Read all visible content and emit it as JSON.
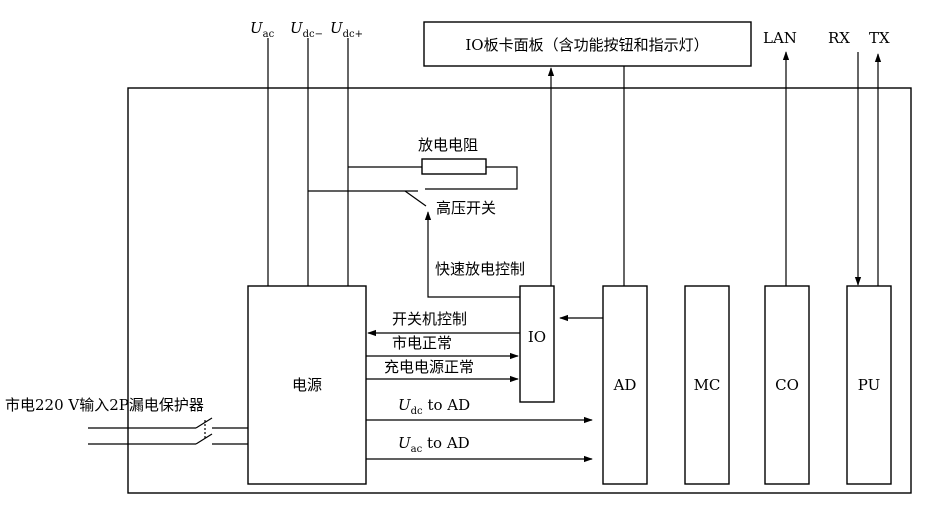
{
  "labels": {
    "u_ac": "U",
    "u_ac_sub": "ac",
    "u_dcm": "U",
    "u_dcm_sub": "dc−",
    "u_dcp": "U",
    "u_dcp_sub": "dc+",
    "panel": "IO板卡面板（含功能按钮和指示灯）",
    "lan": "LAN",
    "rx": "RX",
    "tx": "TX",
    "discharge_resistor": "放电电阻",
    "hv_switch": "高压开关",
    "fast_discharge": "快速放电控制",
    "power_on_off": "开关机控制",
    "mains_normal": "市电正常",
    "charge_normal": "充电电源正常",
    "udc_to_ad": "U",
    "udc_to_ad_sub": "dc",
    "udc_to_ad_suffix": " to AD",
    "uac_to_ad": "U",
    "uac_to_ad_sub": "ac",
    "uac_to_ad_suffix": " to AD",
    "mains_input": "市电220 V输入2P漏电保护器"
  },
  "blocks": {
    "power": "电源",
    "io": "IO",
    "ad": "AD",
    "mc": "MC",
    "co": "CO",
    "pu": "PU"
  }
}
